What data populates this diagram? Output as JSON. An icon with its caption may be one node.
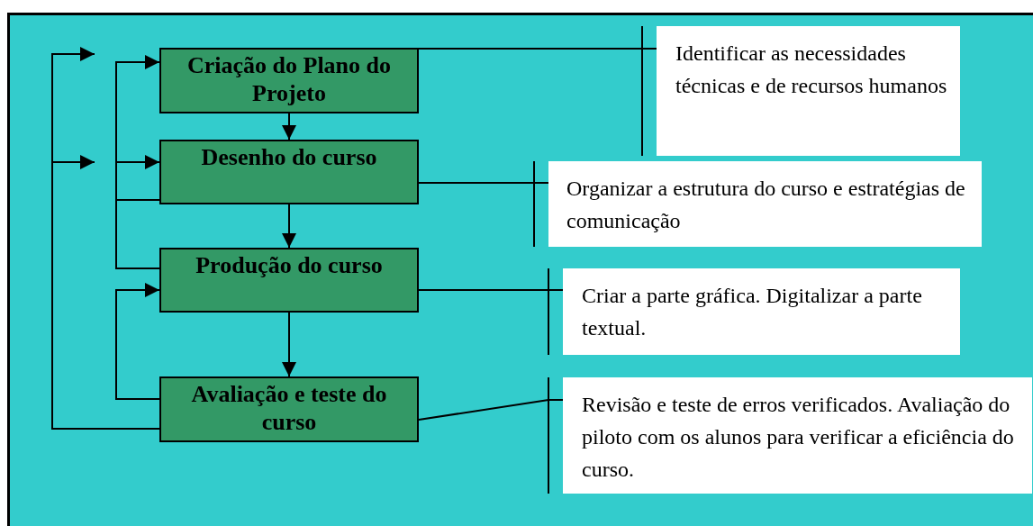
{
  "diagram": {
    "nodes": [
      {
        "text": [
          "Criação do Plano do Projeto"
        ]
      },
      {
        "text": [
          "Desenho do curso"
        ]
      },
      {
        "text": [
          "Produção do curso"
        ]
      },
      {
        "text": [
          "Avaliação e teste do curso"
        ]
      },
      {
        "text": [
          "Identificar as necessidades técnicas e de recursos humanos"
        ]
      },
      {
        "text": [
          "Organizar a estrutura do curso e estratégias de comunicação"
        ]
      },
      {
        "text": [
          "Criar a parte gráfica. Digitalizar a parte textual."
        ]
      },
      {
        "text": [
          "Revisão e teste de erros verificados. Avaliação do piloto com os alunos para verificar a eficiência do curso."
        ]
      }
    ],
    "edges": [
      {
        "from": 0,
        "to": 1,
        "arrow": "to"
      },
      {
        "from": 1,
        "to": 2,
        "arrow": "to"
      },
      {
        "from": 2,
        "to": 3,
        "arrow": "to"
      },
      {
        "from": 1,
        "to": 0,
        "arrow": "to"
      },
      {
        "from": 2,
        "to": 1,
        "arrow": "to"
      },
      {
        "from": 3,
        "to": 2,
        "arrow": "to"
      },
      {
        "from": 3,
        "to": null,
        "arrow": "to"
      },
      {
        "from": 3,
        "to": null,
        "arrow": "to"
      },
      {
        "from": 0,
        "to": 4,
        "arrow": "none"
      },
      {
        "from": 1,
        "to": 5,
        "arrow": "none"
      },
      {
        "from": 2,
        "to": 6,
        "arrow": "none"
      },
      {
        "from": 3,
        "to": 7,
        "arrow": "none"
      }
    ]
  }
}
